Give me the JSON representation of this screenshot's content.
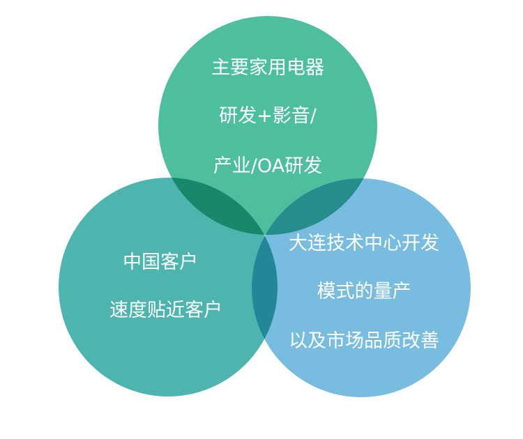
{
  "colors": {
    "top": "#4dbf9f",
    "left": "#4db5ad",
    "right": "#78bde0"
  },
  "circles": {
    "top": {
      "lines": [
        "主要家用电器",
        "研发+影音/",
        "产业/OA研发"
      ]
    },
    "left": {
      "lines": [
        "中国客户",
        "速度贴近客户"
      ]
    },
    "right": {
      "lines": [
        "大连技术中心开发",
        "模式的量产",
        "以及市场品质改善"
      ]
    }
  }
}
